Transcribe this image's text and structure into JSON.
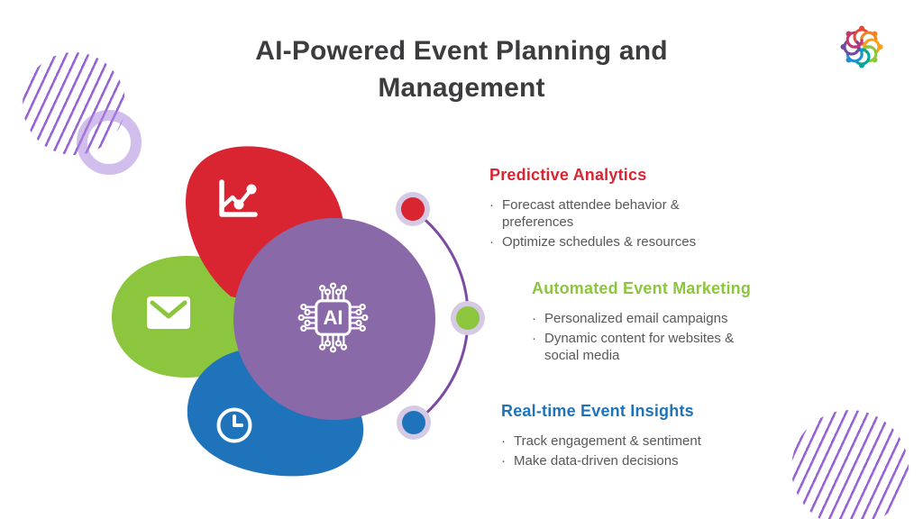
{
  "title": "AI-Powered Event Planning and Management",
  "center": {
    "ai_label": "AI"
  },
  "sections": [
    {
      "heading": "Predictive Analytics",
      "color": "#d92432",
      "bullets": [
        "Forecast attendee behavior & preferences",
        "Optimize schedules & resources"
      ]
    },
    {
      "heading": "Automated Event Marketing",
      "color": "#8cc63e",
      "bullets": [
        "Personalized email campaigns",
        "Dynamic content for websites & social media"
      ]
    },
    {
      "heading": "Real-time Event Insights",
      "color": "#1e73ba",
      "bullets": [
        "Track engagement & sentiment",
        "Make data-driven decisions"
      ]
    }
  ],
  "diagram": {
    "center_color": "#8a69a9",
    "connector_color": "#7b4aa2",
    "halo_color": "#d6c9e4",
    "petals": [
      {
        "name": "predictive-analytics",
        "icon": "line-chart-icon",
        "color": "#d92432"
      },
      {
        "name": "automated-event-marketing",
        "icon": "envelope-icon",
        "color": "#8cc63e"
      },
      {
        "name": "real-time-event-insights",
        "icon": "clock-icon",
        "color": "#1e73ba"
      }
    ]
  },
  "decorations": {
    "stripe_color": "#8a4fd3",
    "ring_color": "#ac88dd"
  }
}
